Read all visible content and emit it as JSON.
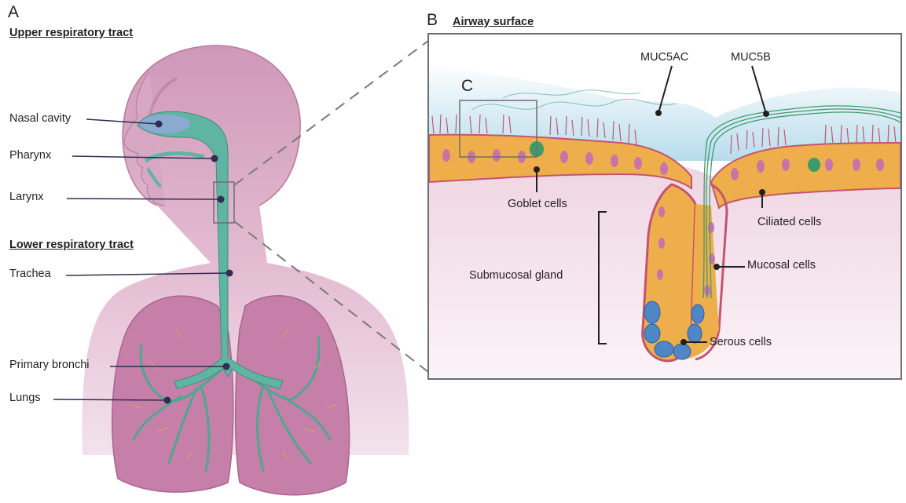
{
  "panels": {
    "a": "A",
    "b": "B",
    "c": "C"
  },
  "headings": {
    "upper": "Upper respiratory tract",
    "lower": "Lower respiratory tract",
    "airway": "Airway surface"
  },
  "anatomy_labels": {
    "nasal_cavity": "Nasal cavity",
    "pharynx": "Pharynx",
    "larynx": "Larynx",
    "trachea": "Trachea",
    "primary_bronchi": "Primary bronchi",
    "lungs": "Lungs"
  },
  "airway_labels": {
    "muc5ac": "MUC5AC",
    "muc5b": "MUC5B",
    "goblet_cells": "Goblet cells",
    "ciliated_cells": "Ciliated cells",
    "submucosal_gland": "Submucosal gland",
    "mucosal_cells": "Mucosal cells",
    "serous_cells": "Serous cells"
  },
  "colors": {
    "tissue_pink": "#c77aa5",
    "skin_pink": "#e7c4d8",
    "airway_teal": "#5fb5a2",
    "mucus_blue": "#bfe0ee",
    "epithelium_orange": "#efae4c",
    "serous_blue": "#4f86c6",
    "mucin_green": "#3f9a6a"
  }
}
